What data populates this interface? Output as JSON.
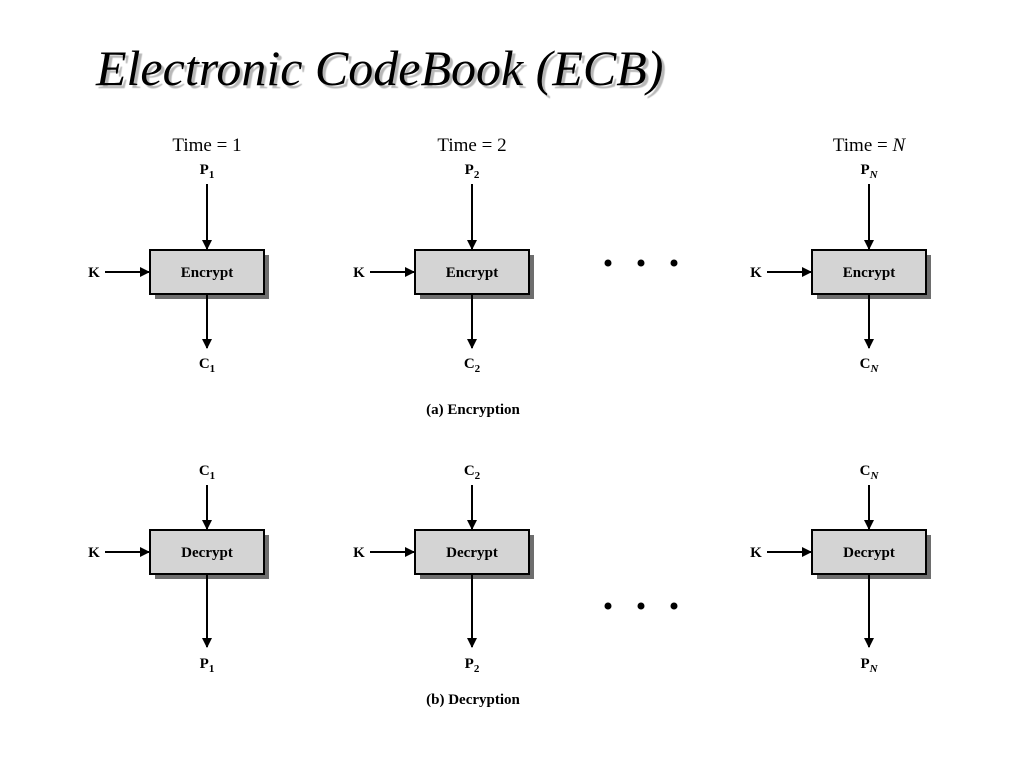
{
  "title": "Electronic CodeBook (ECB)",
  "time_labels": [
    {
      "text": "Time = 1",
      "n": ""
    },
    {
      "text": "Time = 2",
      "n": ""
    },
    {
      "text": "Time = ",
      "n": "N"
    }
  ],
  "encryption": {
    "caption": "(a) Encryption",
    "blocks": [
      {
        "label": "Encrypt",
        "key": "K",
        "input": "P",
        "input_sub": "1",
        "output": "C",
        "output_sub": "1"
      },
      {
        "label": "Encrypt",
        "key": "K",
        "input": "P",
        "input_sub": "2",
        "output": "C",
        "output_sub": "2"
      },
      {
        "label": "Encrypt",
        "key": "K",
        "input": "P",
        "input_sub": "N",
        "output": "C",
        "output_sub": "N"
      }
    ]
  },
  "decryption": {
    "caption": "(b) Decryption",
    "blocks": [
      {
        "label": "Decrypt",
        "key": "K",
        "input": "C",
        "input_sub": "1",
        "output": "P",
        "output_sub": "1"
      },
      {
        "label": "Decrypt",
        "key": "K",
        "input": "C",
        "input_sub": "2",
        "output": "P",
        "output_sub": "2"
      },
      {
        "label": "Decrypt",
        "key": "K",
        "input": "C",
        "input_sub": "N",
        "output": "P",
        "output_sub": "N"
      }
    ]
  }
}
